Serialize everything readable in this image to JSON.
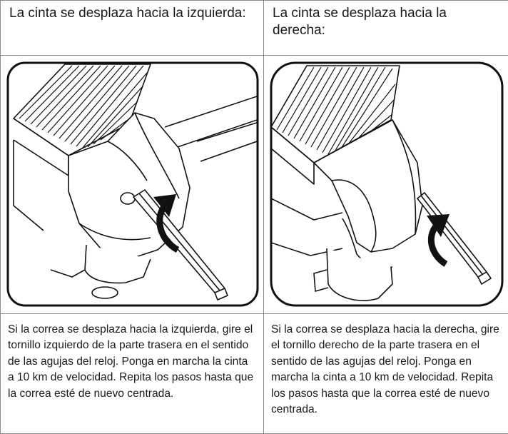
{
  "columns": [
    {
      "heading": "La cinta se desplaza hacia la izquierda:",
      "illustration_icon": "treadmill-left-bolt-illustration",
      "instructions": "Si la correa se desplaza hacia la izquierda, gire el tornillo izquierdo de la parte trasera en el sentido de las agujas del reloj. Ponga en marcha la cinta a 10 km de velocidad. Repita los pasos hasta que la correa esté de nuevo centrada."
    },
    {
      "heading": "La cinta se desplaza hacia la derecha:",
      "illustration_icon": "treadmill-right-bolt-illustration",
      "instructions": "Si la correa se desplaza hacia la derecha, gire el tornillo derecho de la parte trasera en el sentido de las agujas del reloj. Ponga en marcha la cinta a 10 km de velocidad. Repita los pasos hasta que la correa esté de nuevo centrada."
    }
  ]
}
